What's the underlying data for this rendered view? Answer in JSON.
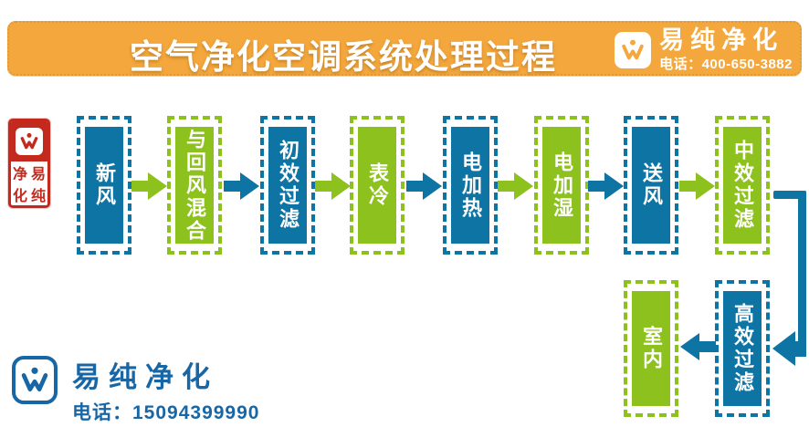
{
  "header": {
    "title": "空气净化空调系统处理过程",
    "brand_name": "易纯净化",
    "phone": "电话：400-650-3882"
  },
  "seal": {
    "chars": [
      "净",
      "易",
      "化",
      "纯"
    ]
  },
  "flow": {
    "steps": [
      {
        "label": "新风",
        "color": "blue"
      },
      {
        "label": "与回风混合",
        "color": "green"
      },
      {
        "label": "初效过滤",
        "color": "blue"
      },
      {
        "label": "表冷",
        "color": "green"
      },
      {
        "label": "电加热",
        "color": "blue"
      },
      {
        "label": "电加湿",
        "color": "green"
      },
      {
        "label": "送风",
        "color": "blue"
      },
      {
        "label": "中效过滤",
        "color": "green"
      },
      {
        "label": "高效过滤",
        "color": "blue"
      },
      {
        "label": "室内",
        "color": "green"
      }
    ]
  },
  "footer": {
    "brand_name": "易纯净化",
    "phone": "电话：15094399990"
  },
  "colors": {
    "node_blue": "#0E74A4",
    "node_green": "#8CC11E",
    "banner_orange": "#F4A73C",
    "seal_red": "#C3291D",
    "logo_blue": "#1766A6"
  }
}
